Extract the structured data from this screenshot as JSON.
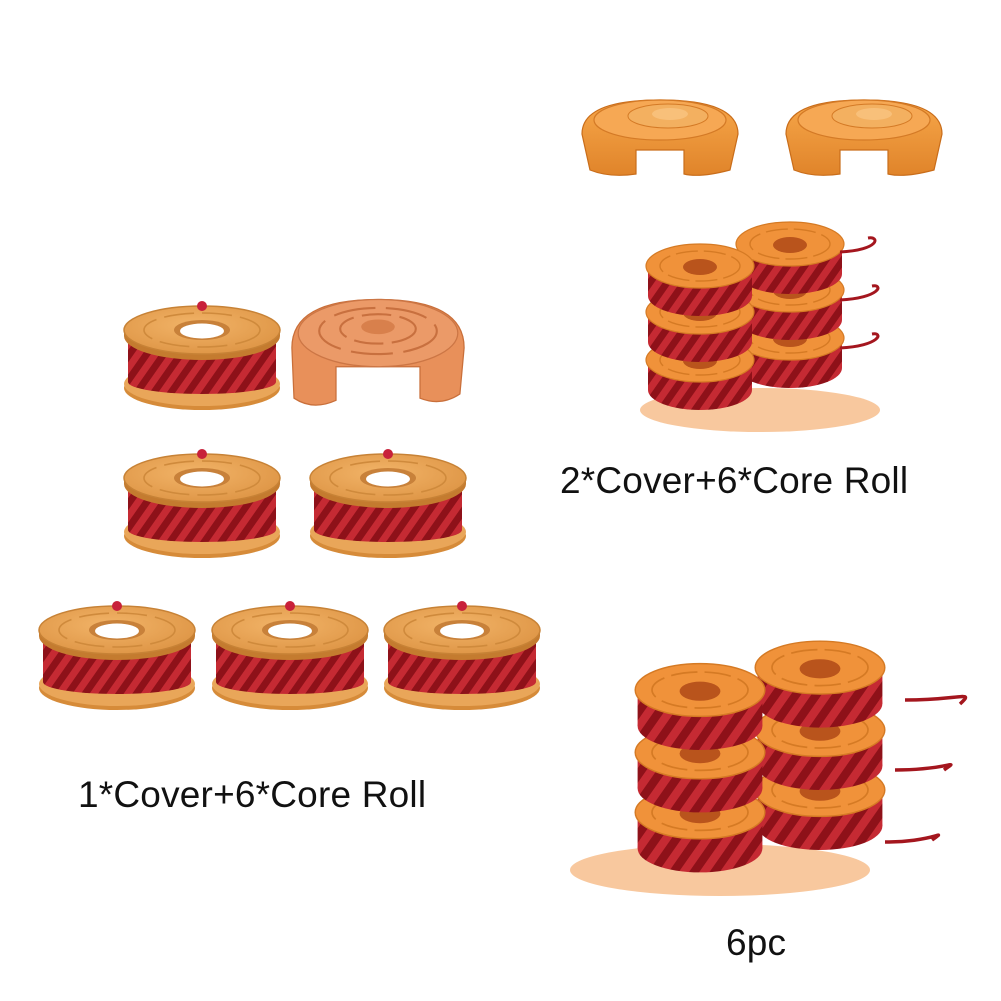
{
  "captions": {
    "set_a": "1*Cover+6*Core Roll",
    "set_b": "2*Cover+6*Core Roll",
    "set_c": "6pc"
  },
  "colors": {
    "spool_orange": "#E8A253",
    "spool_edge": "#B9752C",
    "line_red": "#A4161E",
    "cap_orange": "#F29A3D"
  }
}
